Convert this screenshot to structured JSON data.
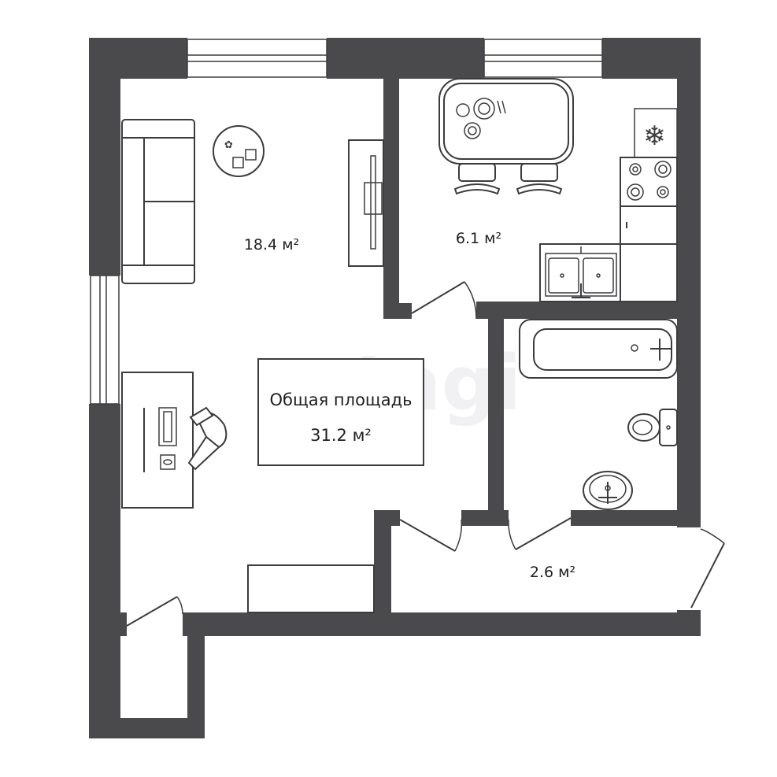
{
  "watermark": "etagi",
  "rooms": {
    "living": {
      "area": "18.4 м²"
    },
    "kitchen": {
      "area": "6.1 м²"
    },
    "hall": {
      "area": "2.6 м²"
    }
  },
  "total": {
    "label": "Общая площадь",
    "area": "31.2 м²"
  },
  "icons": [
    "snowflake-icon"
  ],
  "colors": {
    "wall": "#4a4a4c",
    "line": "#3c3c3e",
    "fill": "#ffffff"
  }
}
